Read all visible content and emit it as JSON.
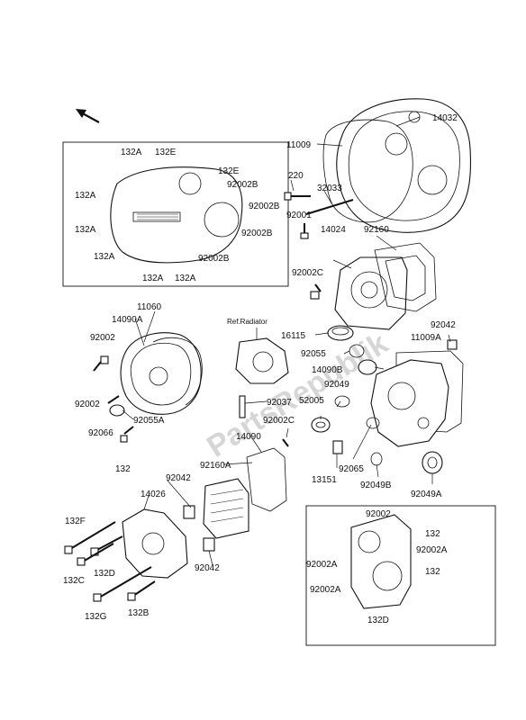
{
  "watermark": "PartsRepublik",
  "ref_radiator": "Ref.Radiator",
  "labels": {
    "p14032": "14032",
    "p11009": "11009",
    "p220": "220",
    "p32033": "32033",
    "p92001": "92001",
    "p14024": "14024",
    "p92160": "92160",
    "p92002C": "92002C",
    "p16115": "16115",
    "p92055": "92055",
    "p14090B": "14090B",
    "p92042r": "92042",
    "p11009A": "11009A",
    "p92049": "92049",
    "p52005": "52005",
    "p92065": "92065",
    "p13151": "13151",
    "p92049B": "92049B",
    "p92049A": "92049A",
    "b_132Aa": "132A",
    "b_132E1": "132E",
    "b_132E2": "132E",
    "b_132Ab": "132A",
    "b_92002B1": "92002B",
    "b_92002B2": "92002B",
    "b_132Ac": "132A",
    "b_92002B3": "92002B",
    "b_132Ad": "132A",
    "b_92002B4": "92002B",
    "b_132Ae": "132A",
    "b_132Af": "132A",
    "p11060": "11060",
    "p14090A": "14090A",
    "p92002a": "92002",
    "p92002b": "92002",
    "p92055A": "92055A",
    "p92066": "92066",
    "p132": "132",
    "p92037": "92037",
    "p92002Cb": "92002C",
    "p14090": "14090",
    "p92160A": "92160A",
    "p92042a": "92042",
    "p14026": "14026",
    "p132F": "132F",
    "p132D": "132D",
    "p132C": "132C",
    "p132G": "132G",
    "p132B": "132B",
    "p92042b": "92042",
    "r_92002": "92002",
    "r_132a": "132",
    "r_92002A1": "92002A",
    "r_92002A2": "92002A",
    "r_132b": "132",
    "r_92002A3": "92002A",
    "r_132D": "132D"
  }
}
